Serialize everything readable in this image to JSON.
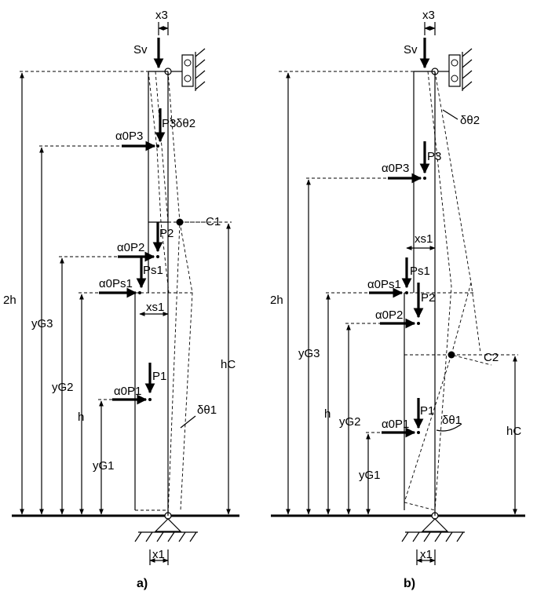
{
  "panel_a": {
    "caption": "a)",
    "labels": {
      "Sv": "Sv",
      "x3": "x3",
      "P3": "P3",
      "a0P3": "α0P3",
      "dtheta2": "δθ2",
      "C1": "C1",
      "P2": "P2",
      "a0P2": "α0P2",
      "Ps1": "Ps1",
      "a0Ps1": "α0Ps1",
      "xs1": "xs1",
      "P1": "P1",
      "a0P1": "α0P1",
      "dtheta1": "δθ1",
      "two_h": "2h",
      "yG3": "yG3",
      "yG2": "yG2",
      "h": "h",
      "yG1": "yG1",
      "hC": "hC",
      "x1": "x1"
    }
  },
  "panel_b": {
    "caption": "b)",
    "labels": {
      "Sv": "Sv",
      "x3": "x3",
      "dtheta2": "δθ2",
      "P3": "P3",
      "a0P3": "α0P3",
      "xs1": "xs1",
      "Ps1": "Ps1",
      "a0Ps1": "α0Ps1",
      "P2": "P2",
      "a0P2": "α0P2",
      "C2": "C2",
      "P1": "P1",
      "a0P1": "α0P1",
      "dtheta1": "δθ1",
      "two_h": "2h",
      "yG3": "yG3",
      "h": "h",
      "yG2": "yG2",
      "yG1": "yG1",
      "hC": "hC",
      "x1": "x1"
    }
  }
}
